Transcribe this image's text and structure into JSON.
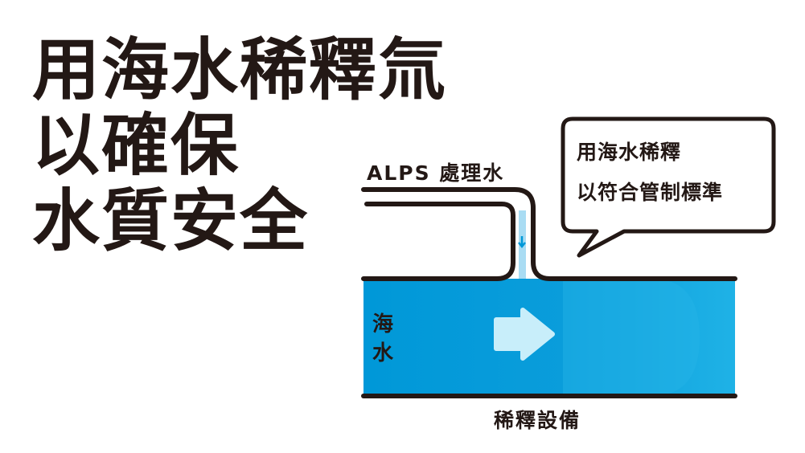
{
  "headline": {
    "line1": "用海水稀釋氚",
    "line2": "以確保",
    "line3": "水質安全"
  },
  "diagram": {
    "pipe_label": "ALPS 處理水",
    "seawater_label_1": "海",
    "seawater_label_2": "水",
    "bottom_label": "稀釋設備",
    "callout_line1": "用海水稀釋",
    "callout_line2": "以符合管制標準"
  },
  "colors": {
    "text": "#231815",
    "seawater": "#0098d8",
    "seawater_light": "#29b6e8",
    "arrow": "#c8eefa"
  }
}
